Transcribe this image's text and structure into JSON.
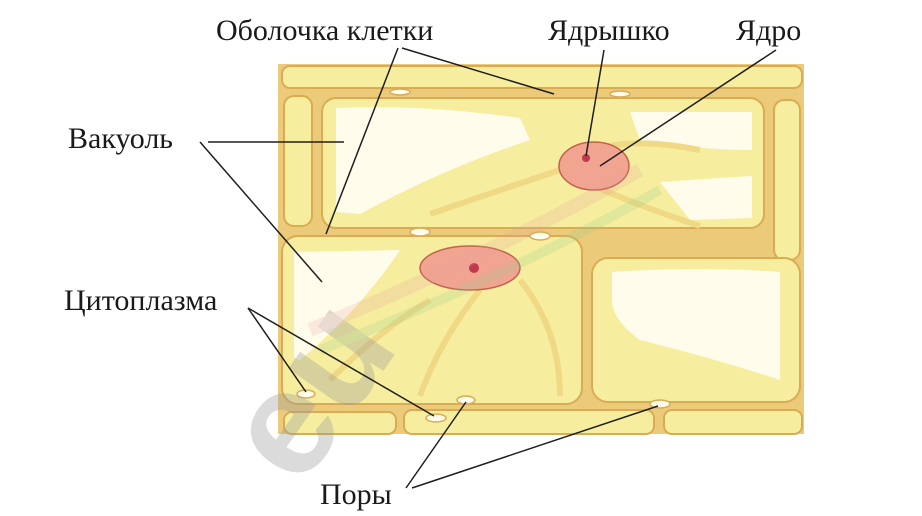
{
  "labels": {
    "cell_membrane": "Оболочка клетки",
    "nucleolus": "Ядрышко",
    "nucleus": "Ядро",
    "vacuole": "Вакуоль",
    "cytoplasm": "Цитоплазма",
    "pores": "Поры"
  },
  "colors": {
    "cell_wall": "#ebcb79",
    "cell_wall_dark": "#d9ab55",
    "cytoplasm": "#f6ee9e",
    "vacuole": "#fffcec",
    "nucleus": "#f1a490",
    "nucleus_edge": "#c2634e",
    "nucleolus": "#c0394f",
    "leader_line": "#1f1f1f",
    "watermark": "#b9b9b9"
  }
}
